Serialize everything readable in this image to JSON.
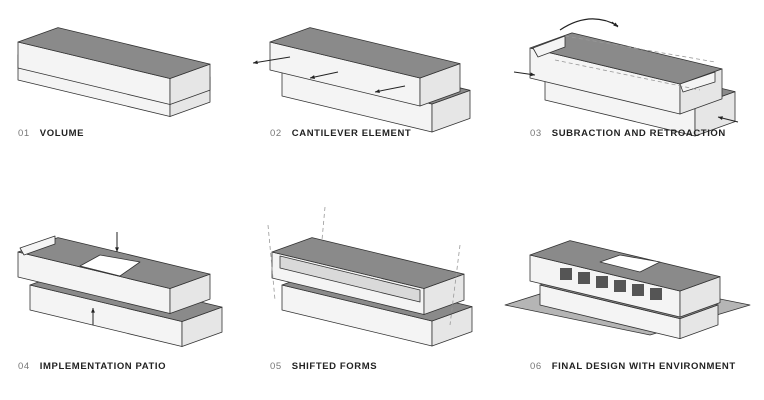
{
  "steps": [
    {
      "num": "01",
      "title": "VOLUME"
    },
    {
      "num": "02",
      "title": "CANTILEVER ELEMENT"
    },
    {
      "num": "03",
      "title": "SUBRACTION AND RETROACTION"
    },
    {
      "num": "04",
      "title": "IMPLEMENTATION PATIO"
    },
    {
      "num": "05",
      "title": "SHIFTED FORMS"
    },
    {
      "num": "06",
      "title": "FINAL DESIGN WITH ENVIRONMENT"
    }
  ],
  "colors": {
    "top": "#8a8a8a",
    "side": "#f4f4f4",
    "front": "#e6e6e6",
    "line": "#333333"
  }
}
